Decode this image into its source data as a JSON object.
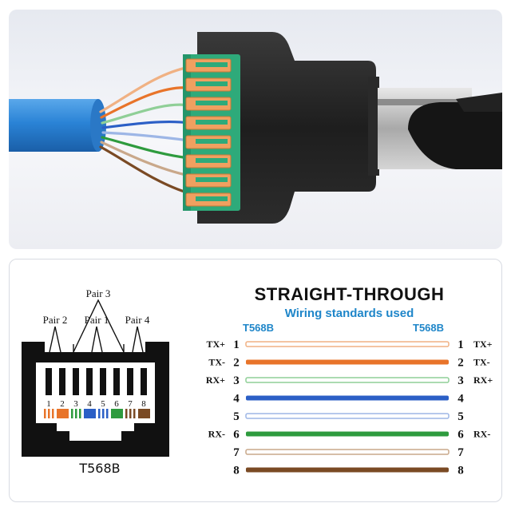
{
  "product_photo": {
    "alt": "RJ45 terminal block adapter with blue cable"
  },
  "diagram": {
    "connector_caption": "T568B",
    "pairs": {
      "pair3": "Pair 3",
      "pair2": "Pair 2",
      "pair1": "Pair 1",
      "pair4": "Pair 4"
    },
    "pin_numbers": [
      "1",
      "2",
      "3",
      "4",
      "5",
      "6",
      "7",
      "8"
    ],
    "pin_colors": [
      {
        "stripe": "#e8742a",
        "base": "#ffffff"
      },
      {
        "stripe": "#e8742a",
        "base": "#e8742a"
      },
      {
        "stripe": "#2e9b3e",
        "base": "#ffffff"
      },
      {
        "stripe": "#2b5fc6",
        "base": "#2b5fc6"
      },
      {
        "stripe": "#2b5fc6",
        "base": "#ffffff"
      },
      {
        "stripe": "#2e9b3e",
        "base": "#2e9b3e"
      },
      {
        "stripe": "#7a4a24",
        "base": "#ffffff"
      },
      {
        "stripe": "#7a4a24",
        "base": "#7a4a24"
      }
    ]
  },
  "wiring": {
    "title": "STRAIGHT-THROUGH",
    "subtitle": "Wiring standards used",
    "left_standard": "T568B",
    "right_standard": "T568B",
    "rows": [
      {
        "pin": "1",
        "left_signal": "TX+",
        "right_signal": "TX+",
        "color": "#f0b183",
        "striped": true
      },
      {
        "pin": "2",
        "left_signal": "TX-",
        "right_signal": "TX-",
        "color": "#e8742a",
        "striped": false
      },
      {
        "pin": "3",
        "left_signal": "RX+",
        "right_signal": "RX+",
        "color": "#8fcf97",
        "striped": true
      },
      {
        "pin": "4",
        "left_signal": "",
        "right_signal": "",
        "color": "#2b5fc6",
        "striped": false
      },
      {
        "pin": "5",
        "left_signal": "",
        "right_signal": "",
        "color": "#9db6e6",
        "striped": true
      },
      {
        "pin": "6",
        "left_signal": "RX-",
        "right_signal": "RX-",
        "color": "#2e9b3e",
        "striped": false
      },
      {
        "pin": "7",
        "left_signal": "",
        "right_signal": "",
        "color": "#c9a88a",
        "striped": true
      },
      {
        "pin": "8",
        "left_signal": "",
        "right_signal": "",
        "color": "#7a4a24",
        "striped": false
      }
    ]
  },
  "colors": {
    "accent_blue": "#1f86c9",
    "terminal_green": "#2eaa7a",
    "terminal_orange": "#f0a060",
    "cable_blue": "#2e86d4"
  }
}
